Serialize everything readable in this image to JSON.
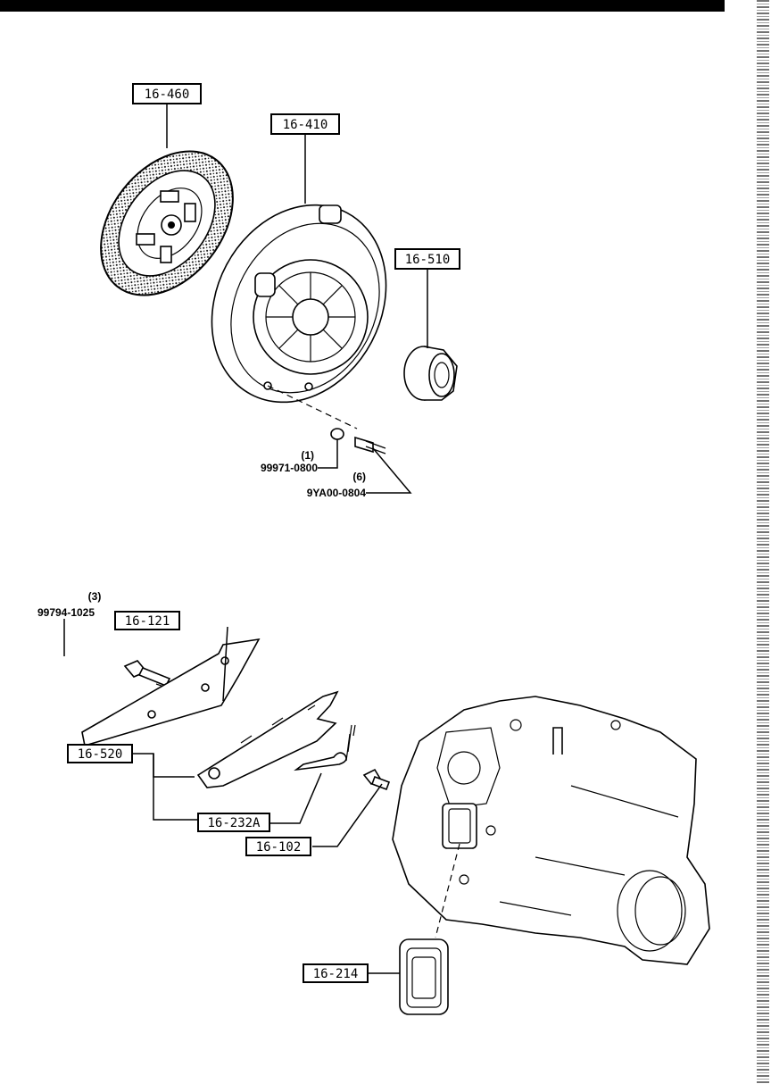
{
  "part_labels": {
    "clutch_disc": "16-460",
    "clutch_cover": "16-410",
    "release_bearing": "16-510",
    "cover_plate": "16-121",
    "release_fork": "16-520",
    "fork_spring": "16-232A",
    "pivot_stud": "16-102",
    "boot": "16-214"
  },
  "fasteners": {
    "pin": {
      "qty": "(1)",
      "part_no": "99971-0800"
    },
    "cover_bolt": {
      "qty": "(6)",
      "part_no": "9YA00-0804"
    },
    "plate_bolt": {
      "qty": "(3)",
      "part_no": "99794-1025"
    }
  }
}
